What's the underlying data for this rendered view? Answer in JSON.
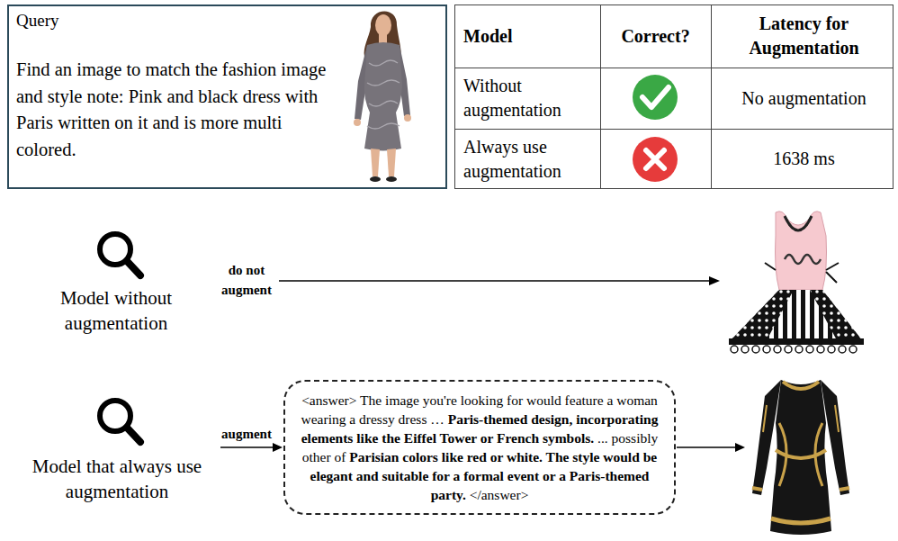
{
  "diagram": {
    "nodes": [
      {
        "text": [
          "Query",
          "Find an image to match the fashion image and style note: Pink and black dress with Paris written on it and is more multi colored."
        ]
      },
      {
        "text": [
          "<answer> The image you're looking for would feature a woman wearing a dressy dress …",
          "Paris-themed design, incorporating elements like the Eiffel Tower or French symbols.",
          "... possibly other of",
          "Parisian colors like red or white. The style would be elegant and suitable for a formal event or a Paris-themed party.",
          "</answer>"
        ]
      }
    ],
    "labels": [
      "Model",
      "Correct?",
      "Latency for Augmentation",
      "Without augmentation",
      "No augmentation",
      "Always use augmentation",
      "1638 ms",
      "Model without augmentation",
      "do not augment",
      "Model that always use augmentation",
      "augment"
    ]
  }
}
